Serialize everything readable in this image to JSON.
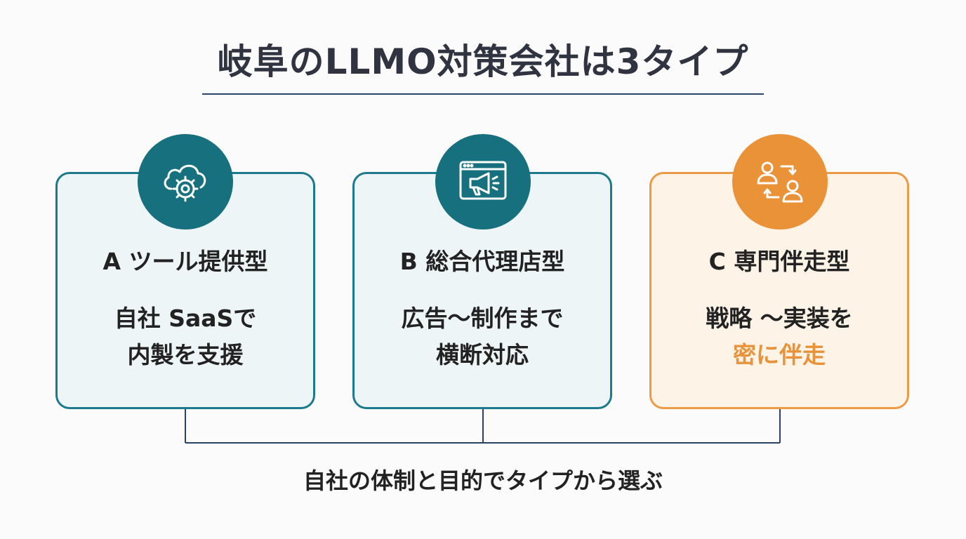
{
  "title": "岐阜のLLMO対策会社は3タイプ",
  "cards": [
    {
      "name": "A ツール提供型",
      "desc_line1": "自社 SaaSで",
      "desc_line2": "内製を支援",
      "icon": "cloud-gear-icon",
      "accent": "#1c7a8c"
    },
    {
      "name": "B 総合代理店型",
      "desc_line1": "広告〜制作まで",
      "desc_line2": "横断対応",
      "icon": "browser-megaphone-icon",
      "accent": "#1c7a8c"
    },
    {
      "name": "C 専門伴走型",
      "desc_line1": "戦略 〜実装を",
      "desc_line2": "密に伴走",
      "icon": "people-exchange-icon",
      "accent": "#eb9a45"
    }
  ],
  "footer": "自社の体制と目的でタイプから選ぶ",
  "colors": {
    "teal": "#16707e",
    "orange": "#ea9238",
    "navy": "#2a4266"
  }
}
